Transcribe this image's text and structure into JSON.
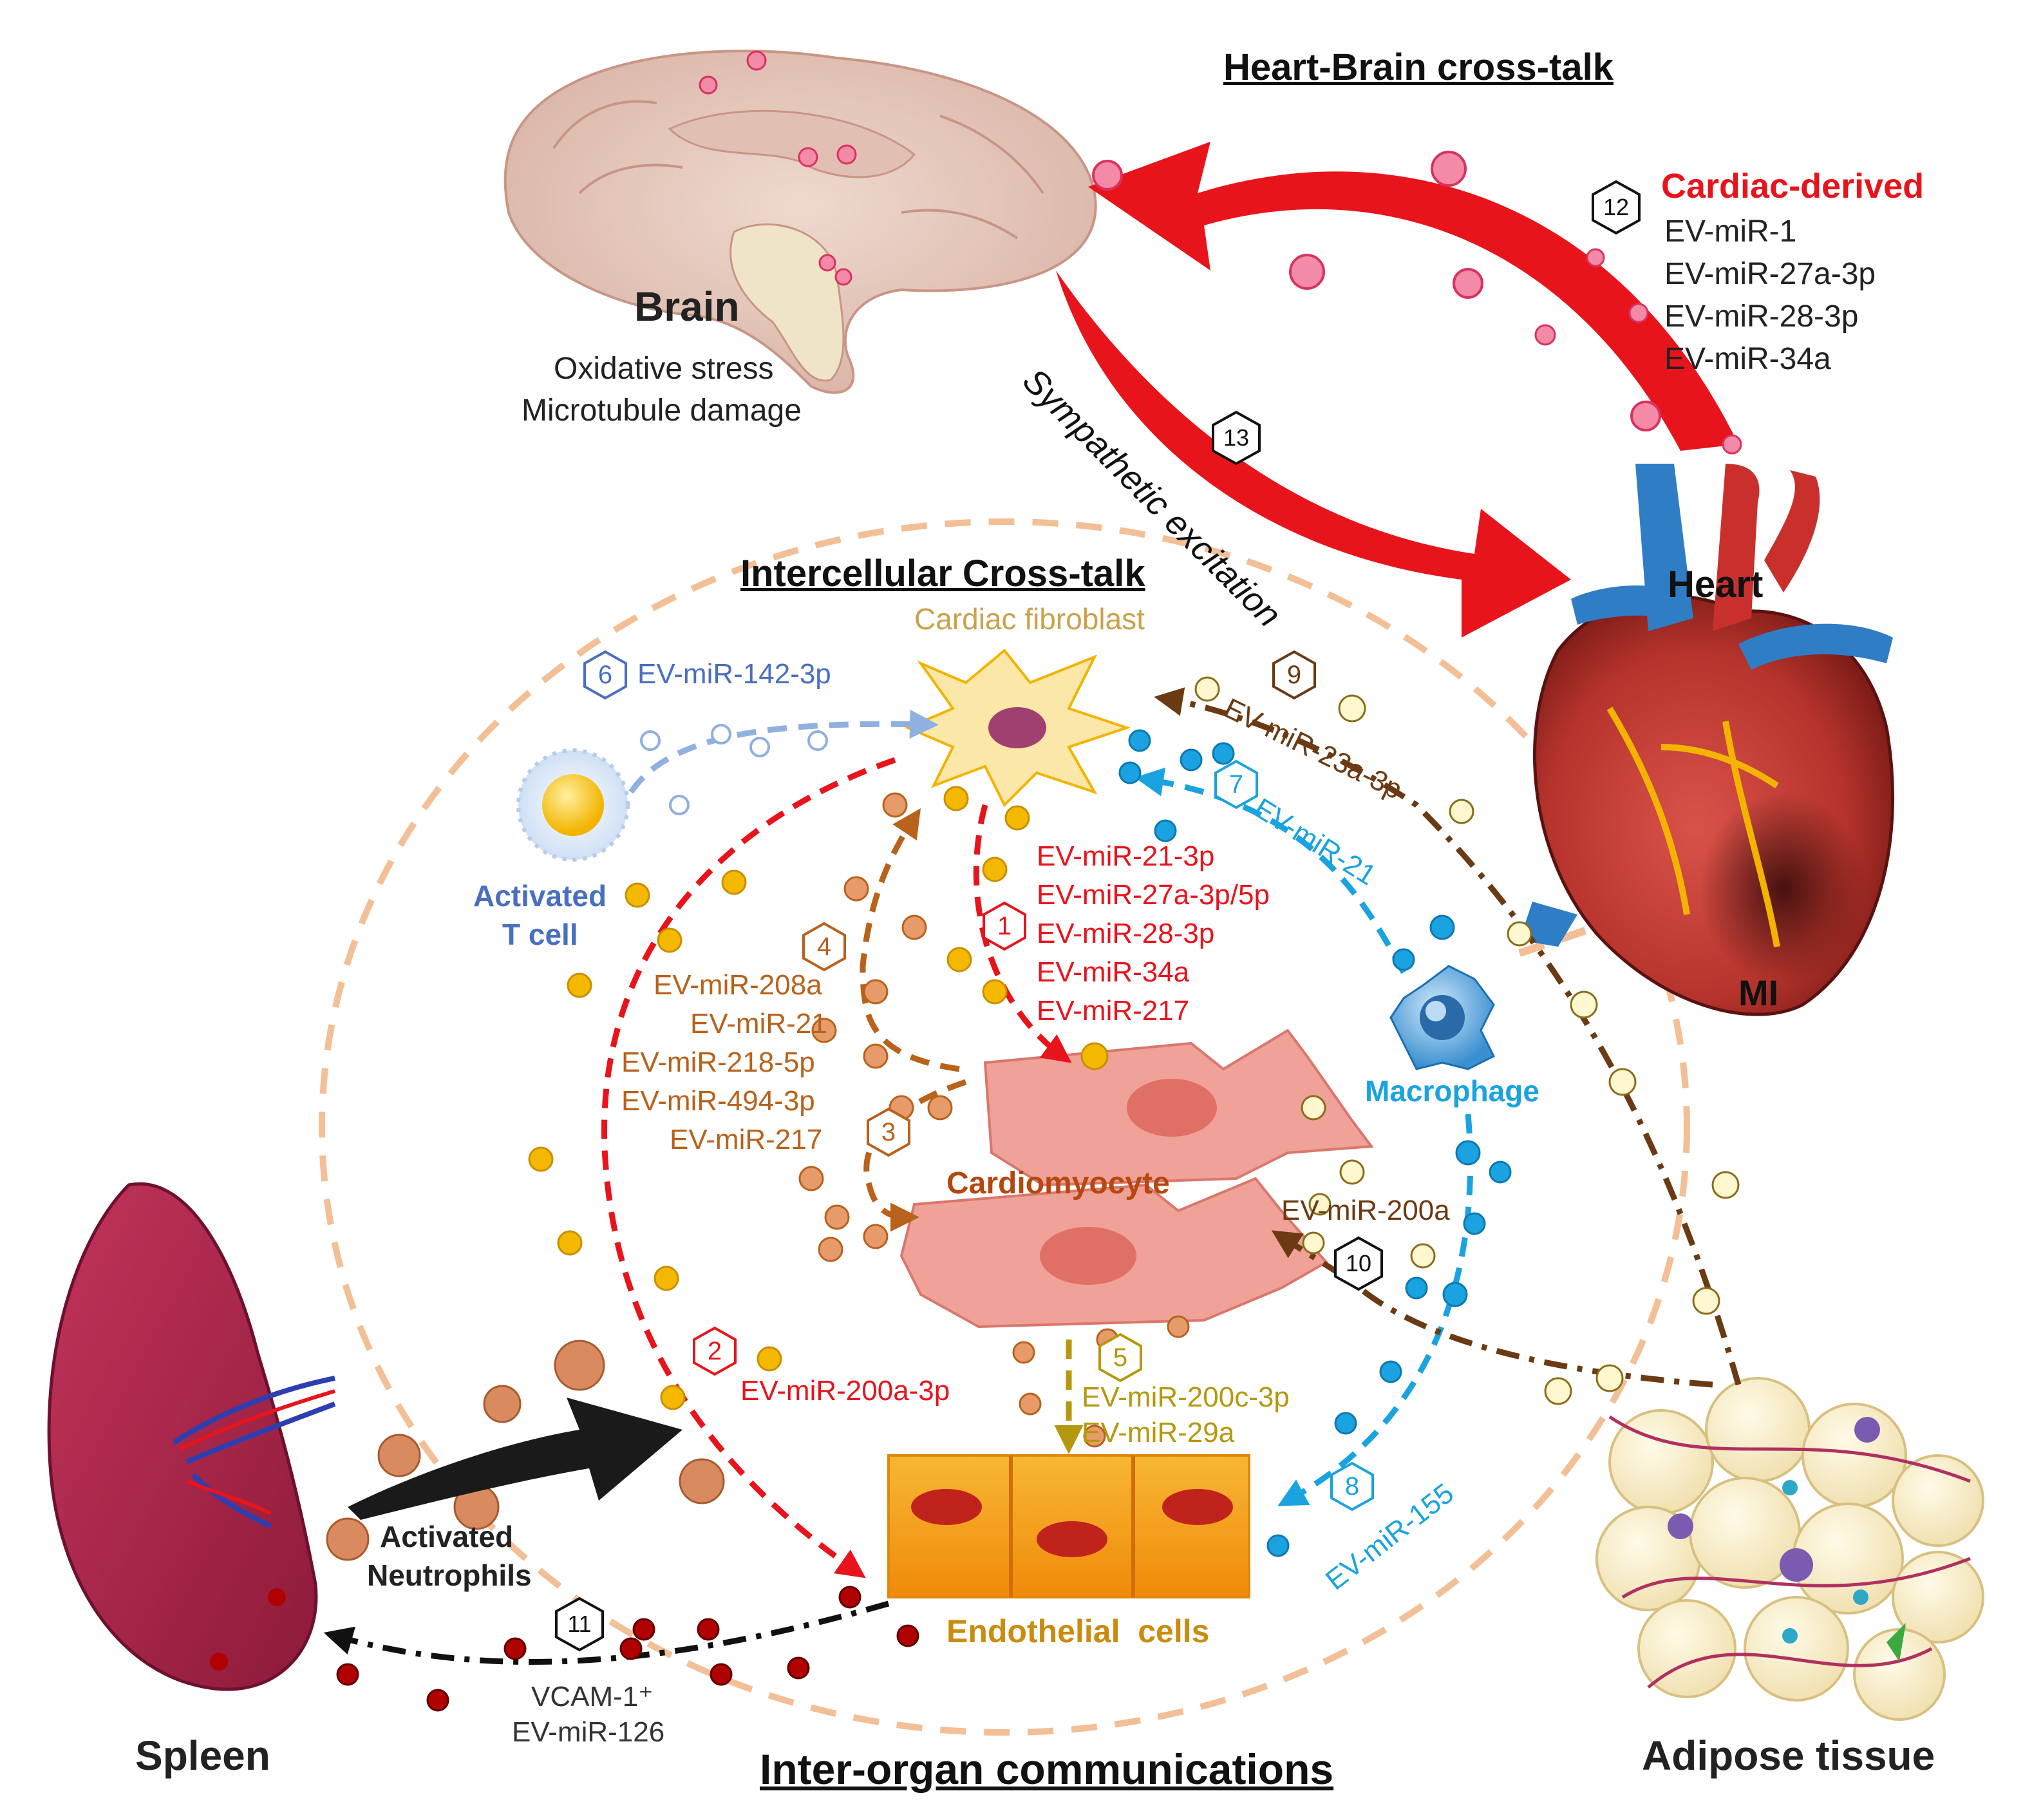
{
  "titles": {
    "heart_brain": "Heart-Brain cross-talk",
    "intercellular": "Intercellular Cross-talk",
    "inter_organ": "Inter-organ communications"
  },
  "organs": {
    "brain": "Brain",
    "heart": "Heart",
    "mi": "MI",
    "spleen": "Spleen",
    "adipose": "Adipose tissue"
  },
  "brain_effects": [
    "Oxidative stress",
    "Microtubule damage"
  ],
  "sympathetic": "Sympathetic excitation",
  "cardiac_derived": {
    "heading": "Cardiac-derived",
    "items": [
      "EV-miR-1",
      "EV-miR-27a-3p",
      "EV-miR-28-3p",
      "EV-miR-34a"
    ]
  },
  "cells": {
    "fibroblast": "Cardiac fibroblast",
    "tcell": [
      "Activated",
      "T cell"
    ],
    "macrophage": "Macrophage",
    "cardiomyocyte": "Cardiomyocyte",
    "endothelial": "Endothelial  cells",
    "neutrophils": [
      "Activated",
      "Neutrophils"
    ]
  },
  "pathways": {
    "p1": [
      "EV-miR-21-3p",
      "EV-miR-27a-3p/5p",
      "EV-miR-28-3p",
      "EV-miR-34a",
      "EV-miR-217"
    ],
    "p2": "EV-miR-200a-3p",
    "p4": [
      "EV-miR-208a",
      "EV-miR-21",
      "EV-miR-218-5p",
      "EV-miR-494-3p",
      "EV-miR-217"
    ],
    "p5": [
      "EV-miR-200c-3p",
      "EV-miR-29a"
    ],
    "p6": "EV-miR-142-3p",
    "p7": "EV-miR-21",
    "p8": "EV-miR-155",
    "p9": "EV-miR-23a-3p",
    "p10": "EV-miR-200a",
    "p11": [
      "VCAM-1⁺",
      "EV-miR-126"
    ]
  },
  "numbers": [
    "1",
    "2",
    "3",
    "4",
    "5",
    "6",
    "7",
    "8",
    "9",
    "10",
    "11",
    "12",
    "13"
  ],
  "colors": {
    "red": "#e8141c",
    "orange_brown": "#b8621b",
    "blue_light": "#8fb0e0",
    "cyan": "#1aa3e0",
    "olive": "#b5980e",
    "dark_brown": "#6b3a12",
    "peach": "#f2bf96",
    "fibroblast_label": "#c9a24a",
    "tcell_label": "#4a6fc0",
    "endothelial_label": "#c98c0e",
    "cardiomyocyte_label": "#b5470f"
  },
  "icons": [
    "brain-illustration",
    "heart-illustration",
    "spleen-illustration",
    "adipose-tissue-illustration",
    "fibroblast-cell",
    "t-cell",
    "macrophage-cell",
    "cardiomyocyte-cells",
    "endothelial-cells",
    "neutrophil-cell"
  ]
}
